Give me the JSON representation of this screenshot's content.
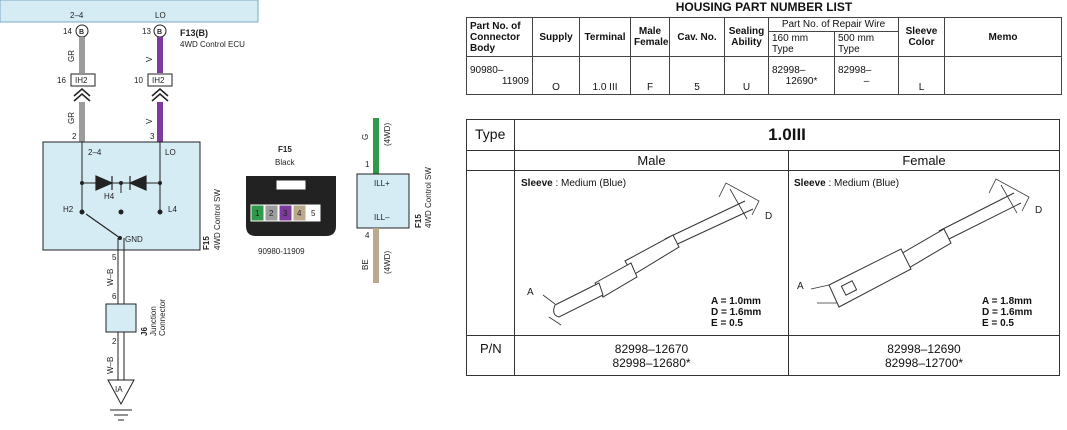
{
  "wiring": {
    "ecu_pin_14": "14",
    "ecu_pin_14_sig": "B",
    "ecu_pin_14_name": "2–4",
    "ecu_pin_13": "13",
    "ecu_pin_13_sig": "B",
    "ecu_pin_13_name": "LO",
    "ecu_ref": "F13(B)",
    "ecu_name": "4WD Control ECU",
    "wire_gr_upper": "GR",
    "wire_v_upper": "V",
    "ih2_left_pin": "16",
    "ih2_right_pin": "10",
    "ih2_label": "IH2",
    "wire_gr_lower": "GR",
    "wire_v_lower": "V",
    "pin_2": "2",
    "pin_3": "3",
    "sw_term_24": "2–4",
    "sw_term_lo": "LO",
    "sw_h2": "H2",
    "sw_h4": "H4",
    "sw_l4": "L4",
    "sw_gnd": "GND",
    "sw_ref": "F15",
    "sw_name": "4WD Control SW",
    "pin_5": "5",
    "wire_wb_1": "W–B",
    "pin_6": "6",
    "j6_ref": "J6",
    "j6_name_1": "Junction",
    "j6_name_2": "Connector",
    "pin_2b": "2",
    "wire_wb_2": "W–B",
    "ground": "IA",
    "conn_ref": "F15",
    "conn_color": "Black",
    "conn_pins": [
      "1",
      "2",
      "3",
      "4",
      "5"
    ],
    "conn_part": "90980-11909",
    "ill_g": "G",
    "ill_g_note": "(4WD)",
    "ill_pin1": "1",
    "ill_plus": "ILL+",
    "ill_minus": "ILL–",
    "ill_pin4": "4",
    "ill_be": "BE",
    "ill_be_note": "(4WD)",
    "ill_ref": "F15",
    "ill_name": "4WD Control SW",
    "colors": {
      "gray": "#9c9c9c",
      "violet": "#7e3a9c",
      "green": "#2f9a4a",
      "beige": "#bba98d",
      "box": "#d6ecf5"
    }
  },
  "housing_list": {
    "title": "HOUSING PART NUMBER LIST",
    "headers": {
      "part_no": "Part No. of Connector Body",
      "supply": "Supply",
      "terminal": "Terminal",
      "male_female": "Male Female",
      "cav_no": "Cav. No.",
      "sealing": "Sealing Ability",
      "repair_wire": "Part No. of Repair Wire",
      "type160": "160 mm Type",
      "type500": "500 mm Type",
      "sleeve_color": "Sleeve Color",
      "memo": "Memo"
    },
    "row": {
      "part_no_1": "90980–",
      "part_no_2": "11909",
      "supply": "O",
      "terminal": "1.0 III",
      "male_female": "F",
      "cav_no": "5",
      "sealing": "U",
      "p160_1": "82998–",
      "p160_2": "12690*",
      "p500_1": "82998–",
      "p500_2": "–",
      "sleeve_color": "L",
      "memo": ""
    }
  },
  "terminal_table": {
    "type_label": "Type",
    "type_value": "1.0III",
    "male": "Male",
    "female": "Female",
    "sleeve_male_key": "Sleeve",
    "sleeve_male_val": ": Medium (Blue)",
    "sleeve_female_key": "Sleeve",
    "sleeve_female_val": ": Medium (Blue)",
    "male_dims": [
      "A = 1.0mm",
      "D = 1.6mm",
      "E = 0.5"
    ],
    "female_dims": [
      "A = 1.8mm",
      "D = 1.6mm",
      "E = 0.5"
    ],
    "label_a": "A",
    "label_d": "D",
    "pn_label": "P/N",
    "male_pn": [
      "82998–12670",
      "82998–12680*"
    ],
    "female_pn": [
      "82998–12690",
      "82998–12700*"
    ]
  }
}
